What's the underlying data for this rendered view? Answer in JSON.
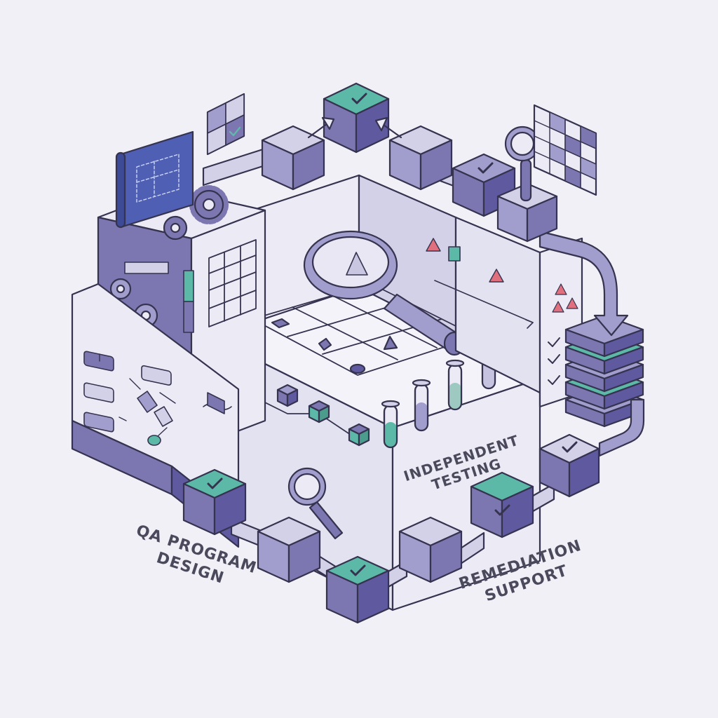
{
  "labels": {
    "qa_program_design": [
      "QA PROGRAM",
      "DESIGN"
    ],
    "independent_testing": [
      "INDEPENDENT",
      "TESTING"
    ],
    "remediation_support": [
      "REMEDIATION",
      "SUPPORT"
    ]
  },
  "colors": {
    "background": "#f1f0f7",
    "outline": "#35334f",
    "purple_dark": "#7c77b0",
    "purple_mid": "#a19dcc",
    "purple_light": "#d3d1e8",
    "face_light": "#ecebf5",
    "teal": "#5db9a7",
    "blueprint_blue": "#4f5fb3",
    "alert_red": "#e0707e"
  },
  "icons": [
    "blueprint-icon",
    "gear-icon",
    "checkmark-icon",
    "magnifier-icon",
    "test-tube-icon",
    "database-stack-icon",
    "flowchart-icon",
    "grid-table-icon",
    "warning-triangle-icon",
    "arrow-icon"
  ]
}
